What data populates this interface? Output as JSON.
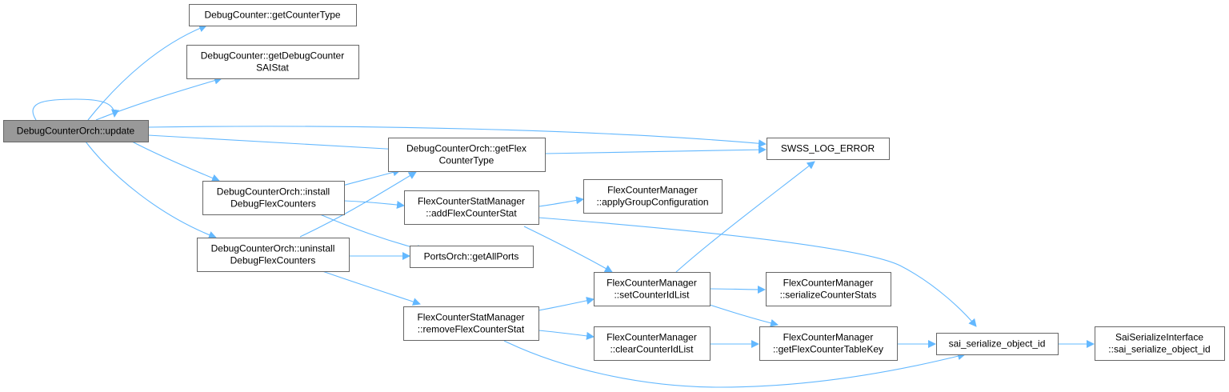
{
  "colors": {
    "edge": "#63b8ff",
    "node_border": "#666666",
    "root_fill": "#999999"
  },
  "nodes": {
    "update": {
      "lines": [
        "DebugCounterOrch::update"
      ]
    },
    "getCounterType": {
      "lines": [
        "DebugCounter::getCounterType"
      ]
    },
    "getDebugCounterSAIStat": {
      "lines": [
        "DebugCounter::getDebugCounter",
        "SAIStat"
      ]
    },
    "getFlexCounterType": {
      "lines": [
        "DebugCounterOrch::getFlex",
        "CounterType"
      ]
    },
    "swssLogError": {
      "lines": [
        "SWSS_LOG_ERROR"
      ]
    },
    "installDebugFlexCounters": {
      "lines": [
        "DebugCounterOrch::install",
        "DebugFlexCounters"
      ]
    },
    "uninstallDebugFlexCounters": {
      "lines": [
        "DebugCounterOrch::uninstall",
        "DebugFlexCounters"
      ]
    },
    "addFlexCounterStat": {
      "lines": [
        "FlexCounterStatManager",
        "::addFlexCounterStat"
      ]
    },
    "applyGroupConfiguration": {
      "lines": [
        "FlexCounterManager",
        "::applyGroupConfiguration"
      ]
    },
    "getAllPorts": {
      "lines": [
        "PortsOrch::getAllPorts"
      ]
    },
    "setCounterIdList": {
      "lines": [
        "FlexCounterManager",
        "::setCounterIdList"
      ]
    },
    "serializeCounterStats": {
      "lines": [
        "FlexCounterManager",
        "::serializeCounterStats"
      ]
    },
    "removeFlexCounterStat": {
      "lines": [
        "FlexCounterStatManager",
        "::removeFlexCounterStat"
      ]
    },
    "clearCounterIdList": {
      "lines": [
        "FlexCounterManager",
        "::clearCounterIdList"
      ]
    },
    "getFlexCounterTableKey": {
      "lines": [
        "FlexCounterManager",
        "::getFlexCounterTableKey"
      ]
    },
    "saiSerializeObjectId": {
      "lines": [
        "sai_serialize_object_id"
      ]
    },
    "saiSerializeInterface": {
      "lines": [
        "SaiSerializeInterface",
        "::sai_serialize_object_id"
      ]
    }
  }
}
